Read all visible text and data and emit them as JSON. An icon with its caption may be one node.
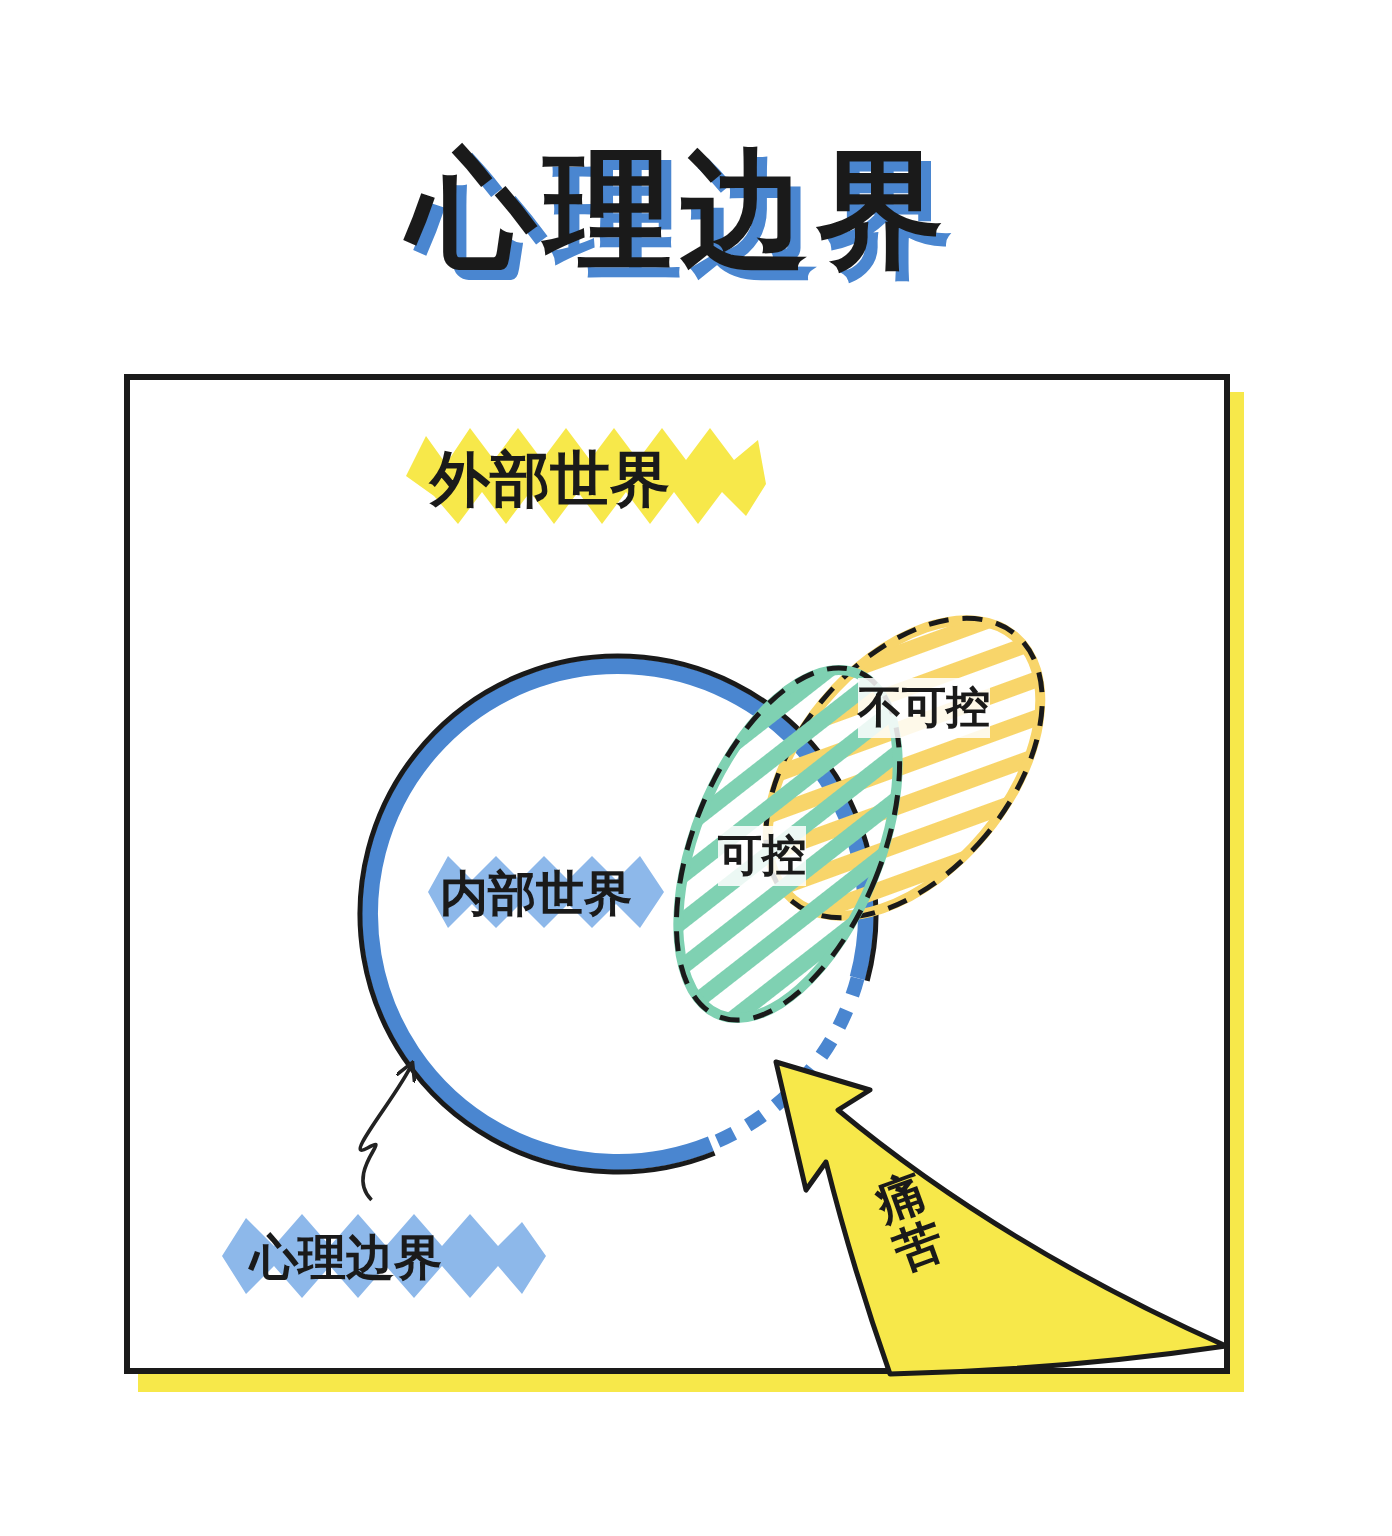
{
  "diagram": {
    "title": "心理边界",
    "nodes": [
      {
        "text": [
          "外部世界"
        ]
      },
      {
        "text": [
          "内部世界"
        ],
        "in": 0
      },
      {
        "text": [
          "可控"
        ],
        "in": 0
      },
      {
        "text": [
          "不可控"
        ],
        "in": 0
      },
      {
        "text": [
          "心理边界"
        ],
        "in": 0
      },
      {
        "text": [
          "痛苦"
        ],
        "in": 0
      }
    ],
    "edges": [
      {
        "from": 4,
        "to": 1,
        "arrow": "to"
      }
    ]
  }
}
